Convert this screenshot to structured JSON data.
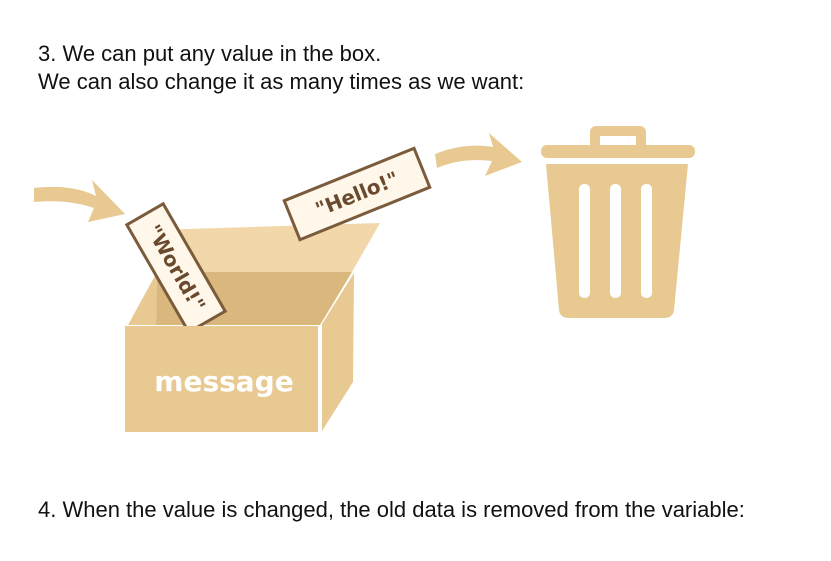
{
  "text": {
    "line1": "3. We can put any value in the box.",
    "line2": "We can also change it as many times as we want:",
    "line3": "4. When the value is changed, the old data is removed from the variable:"
  },
  "diagram": {
    "box_label": "message",
    "new_value": "\"World!\"",
    "old_value": "\"Hello!\""
  },
  "colors": {
    "tan": "#e8c992",
    "tag_border": "#7a5b3c"
  }
}
